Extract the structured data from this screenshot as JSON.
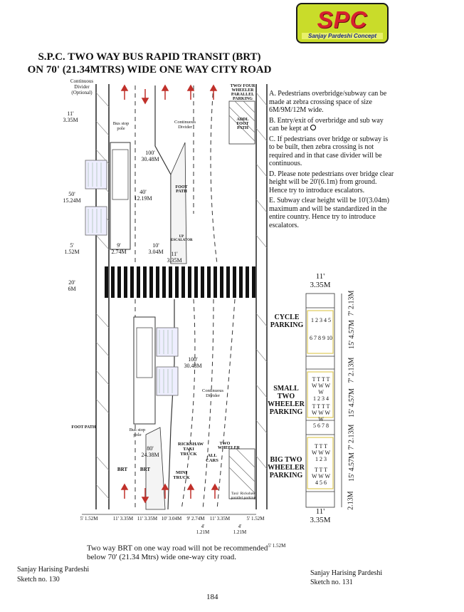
{
  "logo": {
    "text": "SPC",
    "subtitle": "Sanjay Pardeshi Concept"
  },
  "title": {
    "line1": "S.P.C. TWO WAY BUS RAPID TRANSIT (BRT)",
    "line2": "ON 70' (21.34MTRS) WIDE ONE WAY CITY ROAD"
  },
  "notes": [
    "A. Pedestrians overbridge/subway can be made at zebra crossing space of size 6M/9M/12M wide.",
    "B. Entry/exit of overbridge and sub way can be kept at",
    "C.  If pedestrians over bridge or subway is to be built, then zebra crossing is not required and in that case divider will be continuous.",
    "D. Please note pedestrians over bridge clear height will be 20'(6.1m) from ground. Hence try to introduce escalators.",
    "E.  Subway clear height will be 10'(3.04m) maximum and will be standardized in the entire country. Hence try to introduce escalators."
  ],
  "labels": {
    "continuous_divider_optional": "Continuous Divider (Optional)",
    "two_four_wheeler_parking": "TWO/ FOUR WHEELER PARALLEL PARKING",
    "bus_stop_pole": "Bus stop pole",
    "continuous_divider": "Continuous Divider",
    "addl_foot_path": "ADDL FOOT PATH",
    "foot_path": "FOOT PATH",
    "up_escalator": "UP ESCALATOR",
    "escalator": "ESCALATOR",
    "brt": "BRT",
    "rickshaw_taxi_truck": "RICKSHAW TAXI TRUCK",
    "mini_truck": "MINI TRUCK",
    "all_cars": "ALL CARS",
    "two_wheeler": "TWO WHEELER",
    "taxi_rickshaw_parking": "Taxi/ Rickshaw parallel parking"
  },
  "dimensions": {
    "d11_335": [
      "11'",
      "3.35M"
    ],
    "d100_3048": [
      "100'",
      "30.48M"
    ],
    "d40_1219": [
      "40'",
      "12.19M"
    ],
    "d50_1524": [
      "50'",
      "15.24M"
    ],
    "d5_152": [
      "5'",
      "1.52M"
    ],
    "d9_274": [
      "9'",
      "2.74M"
    ],
    "d10_304": [
      "10'",
      "3.04M"
    ],
    "d20_6": [
      "20'",
      "6M"
    ],
    "d80_2438": [
      "80'",
      "24.38M"
    ],
    "d4_121": [
      "4'",
      "1.21M"
    ],
    "bottom": [
      "5' 1.52M",
      "11' 3.35M",
      "11' 3.35M",
      "10' 3.04M",
      "9' 2.74M",
      "11' 3.35M",
      "5' 1.52M"
    ]
  },
  "parking": {
    "top_dim": [
      "11'",
      "3.35M"
    ],
    "bottom_dim": [
      "11'",
      "3.35M"
    ],
    "cycle": {
      "label": "CYCLE PARKING",
      "row1": [
        "1",
        "2",
        "3",
        "4",
        "5"
      ],
      "row2": [
        "6",
        "7",
        "8",
        "9",
        "10"
      ]
    },
    "small_tw": {
      "label": "SMALL TWO WHEELER PARKING",
      "row1": [
        "1",
        "2",
        "3",
        "4"
      ],
      "row2": [
        "5",
        "6",
        "7",
        "8"
      ]
    },
    "big_tw": {
      "label": "BIG TWO WHEELER PARKING",
      "row1": [
        "1",
        "2",
        "3"
      ],
      "row2": [
        "4",
        "5",
        "6"
      ]
    },
    "side_dims": [
      "7' 2.13M",
      "15' 4.57M",
      "7' 2.13M",
      "15' 4.57M",
      "7' 2.13M",
      "15' 4.57M",
      "2.13M"
    ]
  },
  "footer": {
    "note_line1": "Two way BRT on one way road will not be recommended",
    "note_dim": "5' 1.52M",
    "note_line2": "below 70' (21.34 Mtrs) wide one-way city road.",
    "author_left": "Sanjay Harising Pardeshi",
    "sketch_left": "Sketch  no. 130",
    "author_right": "Sanjay Harising Pardeshi",
    "sketch_right": "Sketch  no. 131",
    "page_number": "184"
  }
}
